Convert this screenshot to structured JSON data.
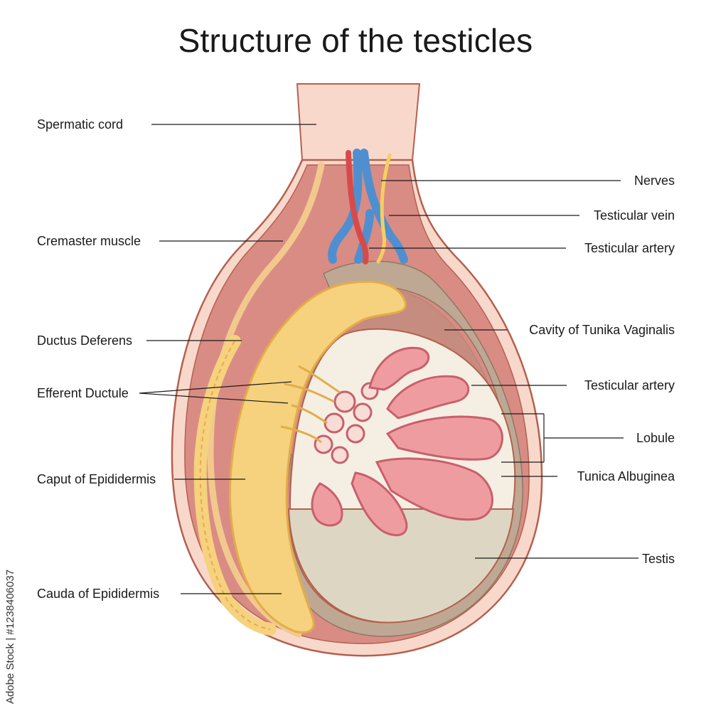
{
  "title": "Structure of the testicles",
  "credit": "Adobe Stock | #1238406037",
  "colors": {
    "skin": "#f9d8cc",
    "outline": "#b3614e",
    "muscle": "#d98c84",
    "tunica": "#bfa893",
    "epididymis": "#f6d17e",
    "epididymis_dark": "#e3ad49",
    "lobule": "#ef9ca0",
    "lobule_dark": "#c8606c",
    "testis_fill": "#f5efe3",
    "testis_bottom": "#ddd6c3",
    "vein": "#4f8fd0",
    "artery": "#d84a4a",
    "nerve": "#f3d060"
  },
  "labels": {
    "spermatic_cord": "Spermatic cord",
    "cremaster_muscle": "Cremaster muscle",
    "ductus_deferens": "Ductus Deferens",
    "efferent_ductule": "Efferent Ductule",
    "caput_epididermis": "Caput of Epididermis",
    "cauda_epididermis": "Cauda of Epididermis",
    "nerves": "Nerves",
    "testicular_vein": "Testicular vein",
    "testicular_artery_top": "Testicular artery",
    "cavity_tunika_vaginalis": "Cavity of Tunika Vaginalis",
    "testicular_artery_mid": "Testicular artery",
    "lobule": "Lobule",
    "tunica_albuginea": "Tunica Albuginea",
    "testis": "Testis"
  }
}
